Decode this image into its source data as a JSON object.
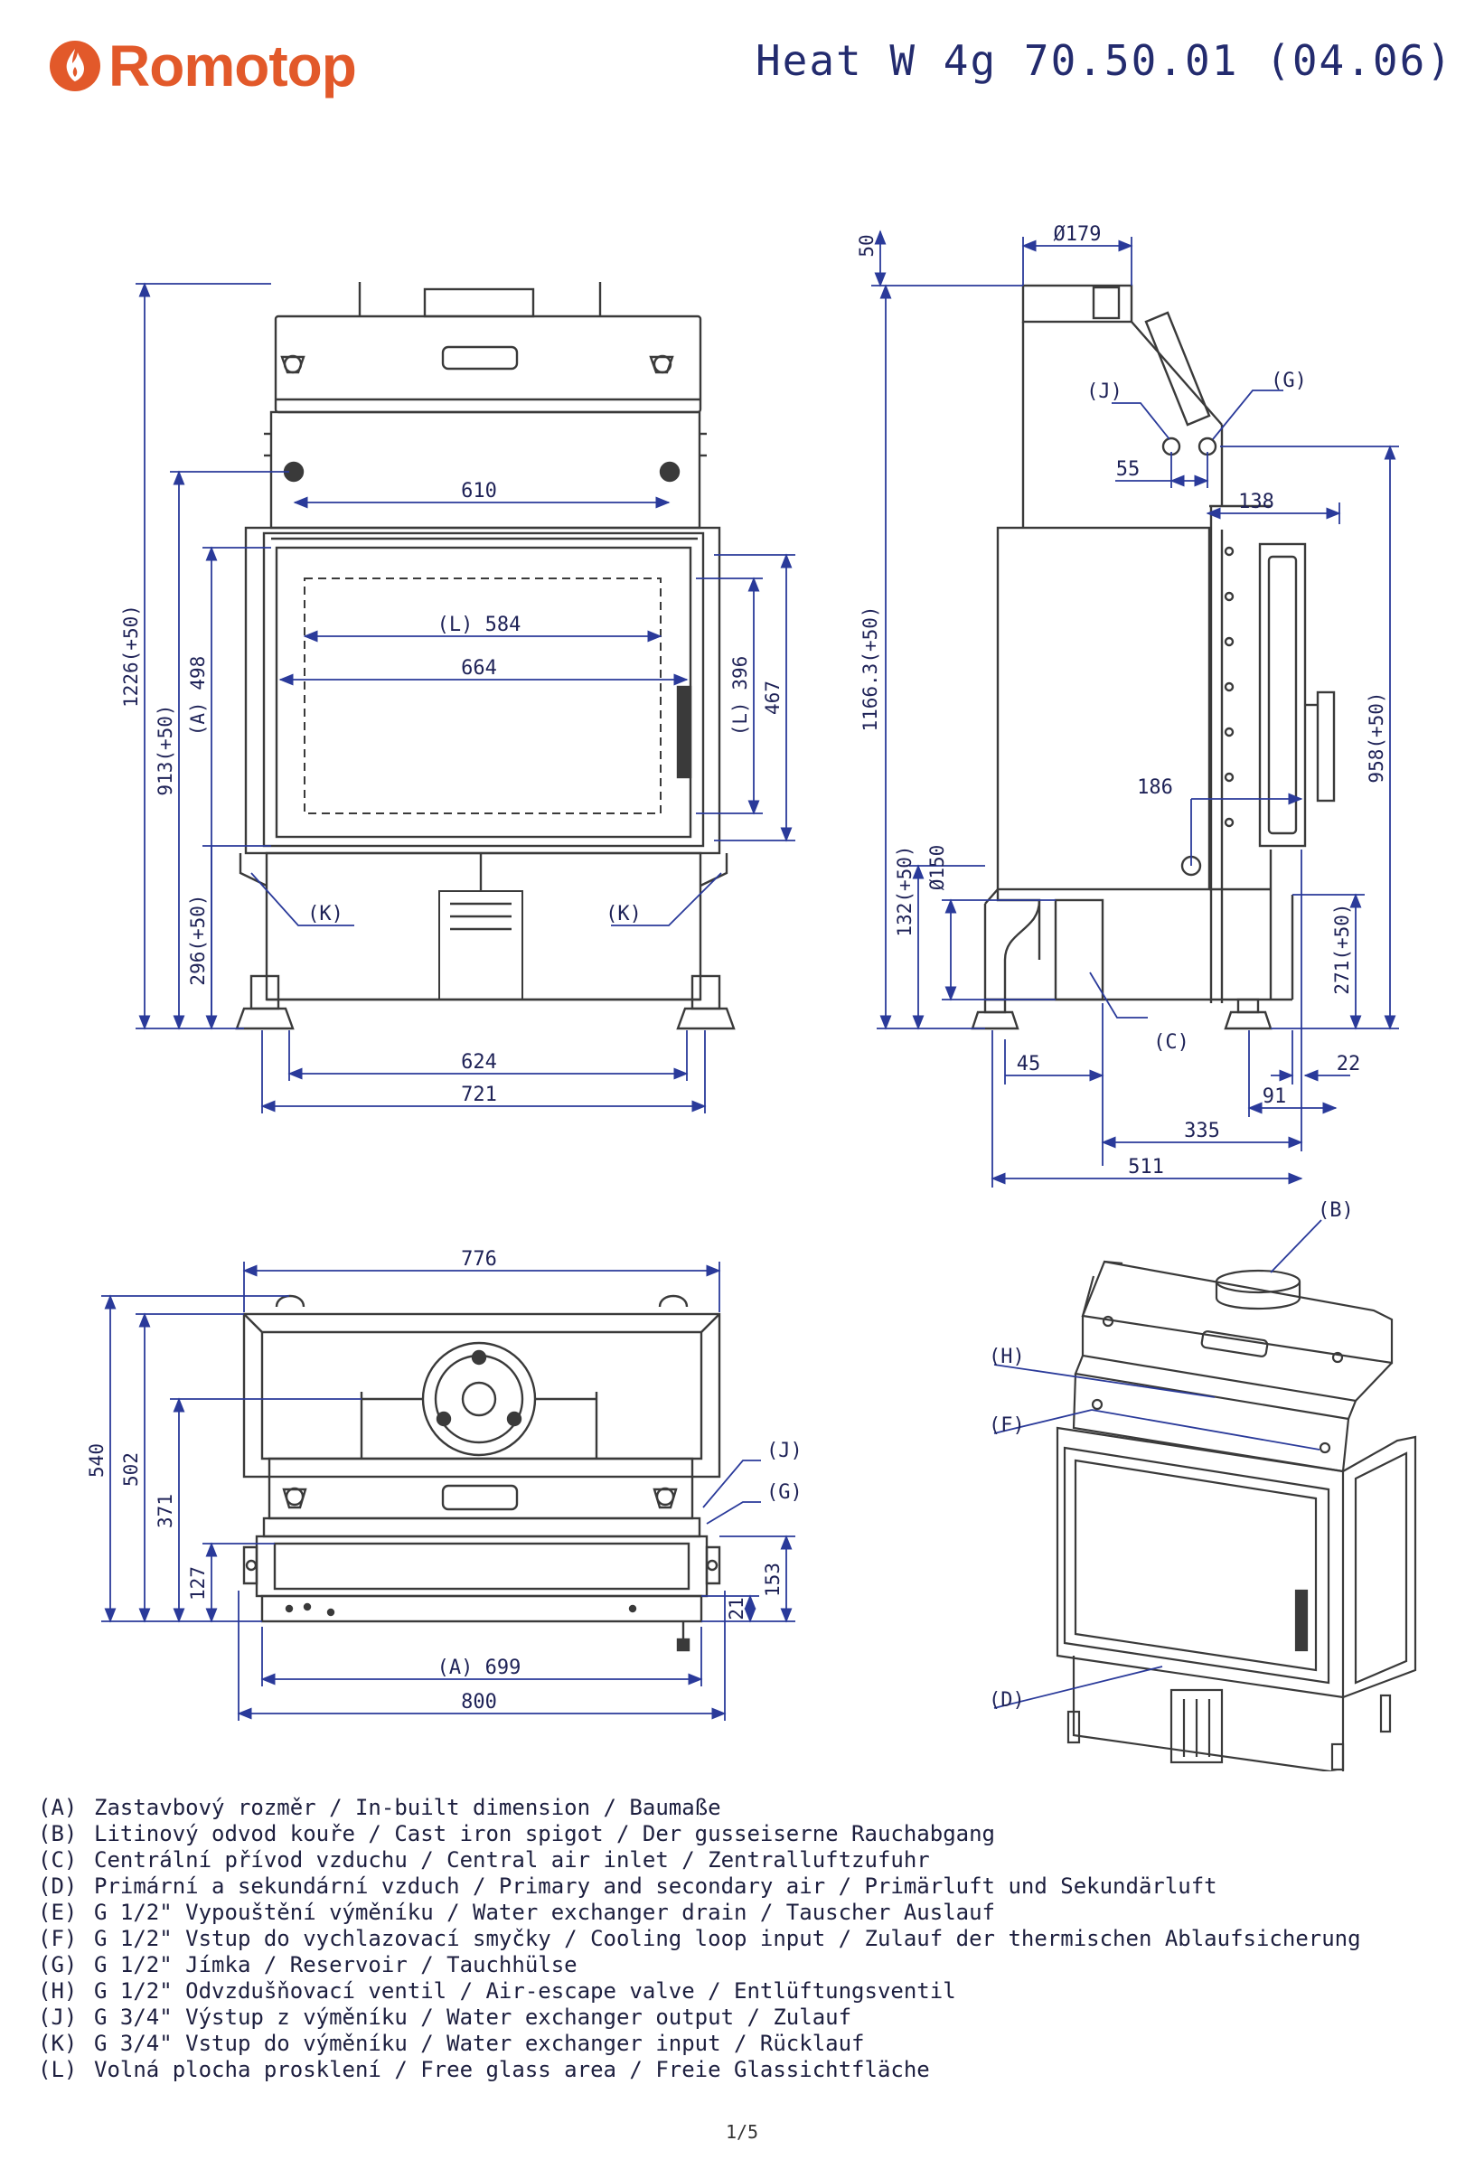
{
  "header": {
    "brand": "Romotop",
    "title": "Heat  W  4g 70.50.01 (04.06)"
  },
  "front_view": {
    "dims": {
      "w610": "610",
      "l584": "(L) 584",
      "w664": "664",
      "w624": "624",
      "w721": "721",
      "h1226": "1226(+50)",
      "h913": "913(+50)",
      "a498": "(A) 498",
      "h296": "296(+50)",
      "l396": "(L) 396",
      "h467": "467"
    },
    "labels": {
      "k_left": "(K)",
      "k_right": "(K)"
    }
  },
  "side_view": {
    "dims": {
      "top50": "50",
      "d179": "Ø179",
      "d55": "55",
      "d138": "138",
      "h1166": "1166.3(+50)",
      "h958": "958(+50)",
      "d186": "186",
      "h132": "132(+50)",
      "d150": "Ø150",
      "h271": "271(+50)",
      "d45": "45",
      "d22": "22",
      "d91": "91",
      "d335": "335",
      "d511": "511"
    },
    "labels": {
      "j": "(J)",
      "g": "(G)",
      "c": "(C)"
    }
  },
  "top_view": {
    "dims": {
      "w776": "776",
      "h540": "540",
      "h502": "502",
      "h371": "371",
      "h127": "127",
      "h153": "153",
      "h21": "21",
      "a699": "(A) 699",
      "w800": "800"
    },
    "labels": {
      "j": "(J)",
      "g": "(G)"
    }
  },
  "iso_view": {
    "labels": {
      "b": "(B)",
      "h": "(H)",
      "f": "(F)",
      "d": "(D)"
    }
  },
  "legend": [
    {
      "code": "(A)",
      "text": "Zastavbový rozměr  /  In-built dimension  /  Baumaße"
    },
    {
      "code": "(B)",
      "text": "Litinový odvod kouře  /  Cast iron spigot  /  Der gusseiserne Rauchabgang"
    },
    {
      "code": "(C)",
      "text": "Centrální přívod vzduchu  /  Central air inlet  /  Zentralluftzufuhr"
    },
    {
      "code": "(D)",
      "text": "Primární a sekundární vzduch  /  Primary and secondary air  /  Primärluft und Sekundärluft"
    },
    {
      "code": "(E)",
      "text": "G 1/2\"  Vypouštění výměníku  /  Water exchanger drain  /  Tauscher Auslauf"
    },
    {
      "code": "(F)",
      "text": "G 1/2\"  Vstup do vychlazovací smyčky  /  Cooling loop input  /  Zulauf der thermischen Ablaufsicherung"
    },
    {
      "code": "(G)",
      "text": "G 1/2\"  Jímka  /  Reservoir  /  Tauchhülse"
    },
    {
      "code": "(H)",
      "text": "G 1/2\"  Odvzdušňovací ventil  /  Air-escape valve  /  Entlüftungsventil"
    },
    {
      "code": "(J)",
      "text": "G 3/4\"  Výstup z výměníku  /  Water exchanger output  /  Zulauf"
    },
    {
      "code": "(K)",
      "text": "G 3/4\"  Vstup do výměníku  /  Water exchanger input  /  Rücklauf"
    },
    {
      "code": "(L)",
      "text": "Volná plocha prosklení  /  Free glass area  /  Freie Glassichtfläche"
    }
  ],
  "footer": {
    "page": "1/5"
  },
  "colors": {
    "brand": "#e2592a",
    "dimension": "#2a3a9a",
    "outline": "#3a3a3a",
    "text": "#232b6e"
  }
}
